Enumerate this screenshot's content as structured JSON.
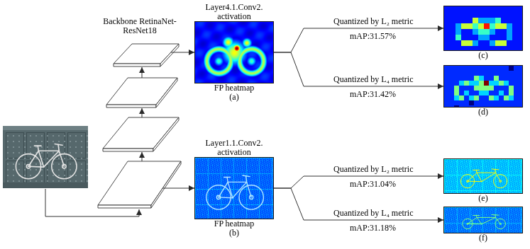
{
  "diagram": {
    "nodes": [
      {
        "text": [
          "Backbone RetinaNet-ResNet18"
        ]
      },
      {
        "text": [
          "Layer4.1.Conv2. activation",
          "FP heatmap",
          "(a)"
        ]
      },
      {
        "text": [
          "Layer1.1.Conv2. activation",
          "FP heatmap",
          "(b)"
        ]
      },
      {
        "text": [
          "(c)"
        ]
      },
      {
        "text": [
          "(d)"
        ]
      },
      {
        "text": [
          "(e)"
        ]
      },
      {
        "text": [
          "(f)"
        ]
      }
    ],
    "edges": [
      {
        "from": 0,
        "to": 1,
        "arrow": "to"
      },
      {
        "from": 0,
        "to": 2,
        "arrow": "to"
      },
      {
        "from": 1,
        "to": 3,
        "arrow": "to",
        "label": "Quantized by L₂ metric"
      },
      {
        "from": 1,
        "to": 4,
        "arrow": "to",
        "label": "Quantized by L₄ metric"
      },
      {
        "from": 2,
        "to": 5,
        "arrow": "to",
        "label": "Quantized by L₂ metric"
      },
      {
        "from": 2,
        "to": 6,
        "arrow": "to",
        "label": "Quantized by L₄ metric"
      }
    ],
    "labels": [
      "mAP:31.57%",
      "mAP:31.42%",
      "mAP:31.04%",
      "mAP:31.18%"
    ]
  }
}
